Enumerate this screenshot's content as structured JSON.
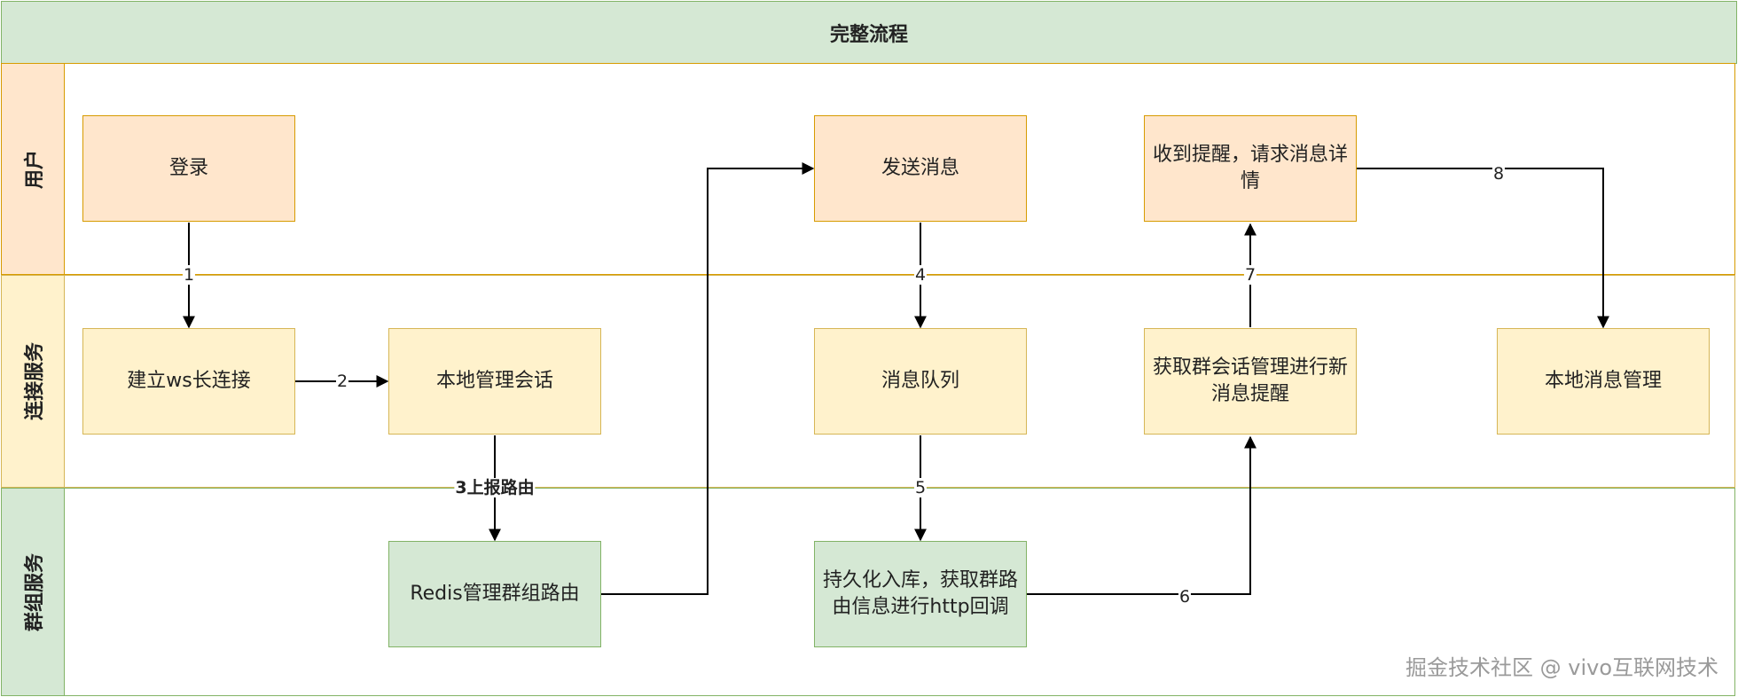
{
  "title": "完整流程",
  "lanes": {
    "user": "用户",
    "conn": "连接服务",
    "group": "群组服务"
  },
  "nodes": {
    "login": "登录",
    "send": "发送消息",
    "notify": "收到提醒，请求消息详情",
    "ws": "建立ws长连接",
    "session": "本地管理会话",
    "queue": "消息队列",
    "fetch": "获取群会话管理进行新消息提醒",
    "local": "本地消息管理",
    "redis": "Redis管理群组路由",
    "persist": "持久化入库，获取群路由信息进行http回调"
  },
  "edges": {
    "e1": "1",
    "e2": "2",
    "e3": "3上报路由",
    "e4": "4",
    "e5": "5",
    "e6": "6",
    "e7": "7",
    "e8": "8"
  },
  "watermark": "掘金技术社区 @ vivo互联网技术",
  "colors": {
    "user_fill": "#ffe6cc",
    "user_stroke": "#d79b00",
    "conn_fill": "#fff2cc",
    "conn_stroke": "#d6b656",
    "group_fill": "#d5e8d4",
    "group_stroke": "#82b366"
  }
}
